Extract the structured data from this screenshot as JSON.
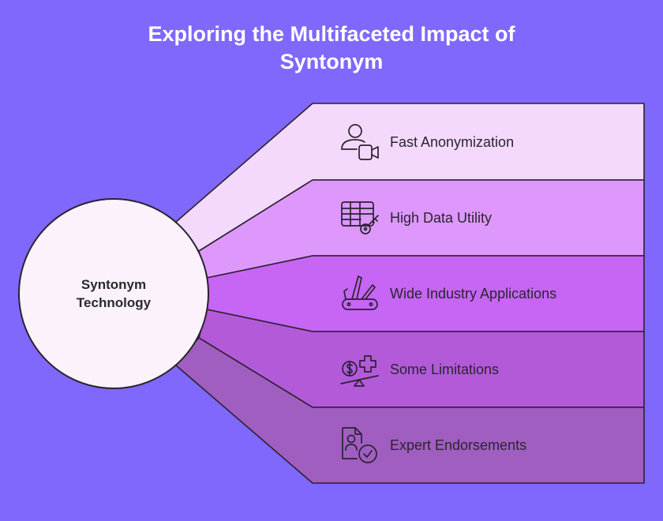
{
  "title": {
    "line1": "Exploring the Multifaceted Impact of",
    "line2": "Syntonym"
  },
  "center": {
    "line1": "Syntonym",
    "line2": "Technology"
  },
  "items": [
    {
      "label": "Fast Anonymization",
      "icon": "user-video-icon",
      "color": "#f4d9fc"
    },
    {
      "label": "High Data Utility",
      "icon": "table-key-icon",
      "color": "#de98fc"
    },
    {
      "label": "Wide Industry Applications",
      "icon": "multi-tool-icon",
      "color": "#c765f4"
    },
    {
      "label": "Some Limitations",
      "icon": "balance-scale-icon",
      "color": "#b35ad9"
    },
    {
      "label": "Expert Endorsements",
      "icon": "certified-document-icon",
      "color": "#a05ec0"
    }
  ],
  "colors": {
    "background": "#8068fc",
    "center_fill": "#fbf2fb",
    "outline": "#2b2230"
  }
}
